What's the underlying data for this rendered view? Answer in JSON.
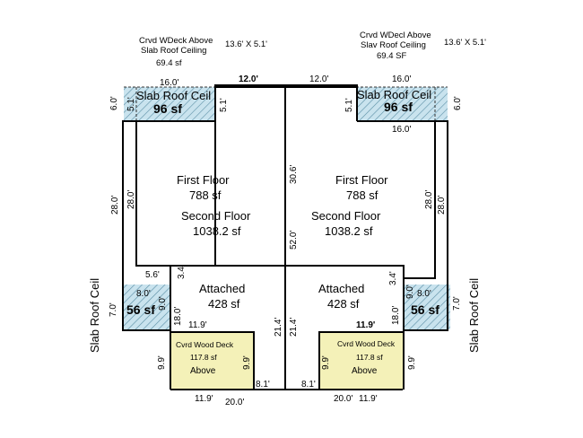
{
  "notes": {
    "left_deck": "Crvd WDeck Above",
    "left_ceiling": "Slab Roof Ceiling",
    "left_area": "69.4 sf",
    "left_dims": "13.6' X 5.1'",
    "right_deck": "Crvd WDecl Above",
    "right_ceiling": "Slav Roof Ceiling",
    "right_area": "69.4 SF",
    "right_dims": "13.6' X 5.1'"
  },
  "left_unit": {
    "slab_label": "Slab Roof Ceil",
    "slab_area": "96 sf",
    "first_floor": "First Floor",
    "first_floor_area": "788 sf",
    "second_floor": "Second Floor",
    "second_floor_area": "1038.2 sf",
    "attached": "Attached",
    "attached_area": "428 sf",
    "small_slab_area": "56 sf",
    "side_label": "Slab Roof Ceil",
    "deck_title": "Cvrd Wood Deck",
    "deck_area": "117.8 sf",
    "deck_note": "Above"
  },
  "right_unit": {
    "slab_label": "Slab Roof Ceil",
    "slab_area": "96 sf",
    "first_floor": "First Floor",
    "first_floor_area": "788 sf",
    "second_floor": "Second Floor",
    "second_floor_area": "1038.2 sf",
    "attached": "Attached",
    "attached_area": "428 sf",
    "small_slab_area": "56 sf",
    "side_label": "Slab Roof Ceil",
    "deck_title": "Cvrd Wood Deck",
    "deck_area": "117.8 sf",
    "deck_note": "Above"
  },
  "dims": {
    "top_left_16": "16.0'",
    "top_12_left": "12.0'",
    "top_12_right": "12.0'",
    "top_right_16": "16.0'",
    "left_6": "6.0'",
    "left_51_a": "5.1'",
    "left_51_b": "5.1'",
    "right_51_a": "5.1'",
    "right_6": "6.0'",
    "right_16_under": "16.0'",
    "left_28_outer": "28.0'",
    "left_28_inner": "28.0'",
    "right_28_inner": "28.0'",
    "right_28_outer": "28.0'",
    "center_306": "30.6'",
    "center_520": "52.0'",
    "left_56": "5.6'",
    "left_34": "3.4'",
    "right_34": "3.4'",
    "left_80": "8.0'",
    "right_80": "8.0'",
    "left_90": "9.0'",
    "right_90": "9.0'",
    "left_70": "7.0'",
    "right_70": "7.0'",
    "left_180": "18.0'",
    "right_180": "18.0'",
    "left_119_mid": "11.9'",
    "right_119_mid": "11.9'",
    "center_214_a": "21.4'",
    "center_214_b": "21.4'",
    "left_99_outer": "9.9'",
    "left_99_inner": "9.9'",
    "right_99_inner": "9.9'",
    "right_99_outer": "9.9'",
    "left_81": "8.1'",
    "right_81": "8.1'",
    "left_119_bottom": "11.9'",
    "left_200": "20.0'",
    "right_200": "20.0'",
    "right_119_bottom": "11.9'"
  },
  "colors": {
    "wall": "#000000",
    "slab_fill": "#c9e3ee",
    "slab_hatch": "#5b8fa6",
    "deck_fill": "#f4f1b8",
    "deck_edge": "#7a7a3a"
  }
}
